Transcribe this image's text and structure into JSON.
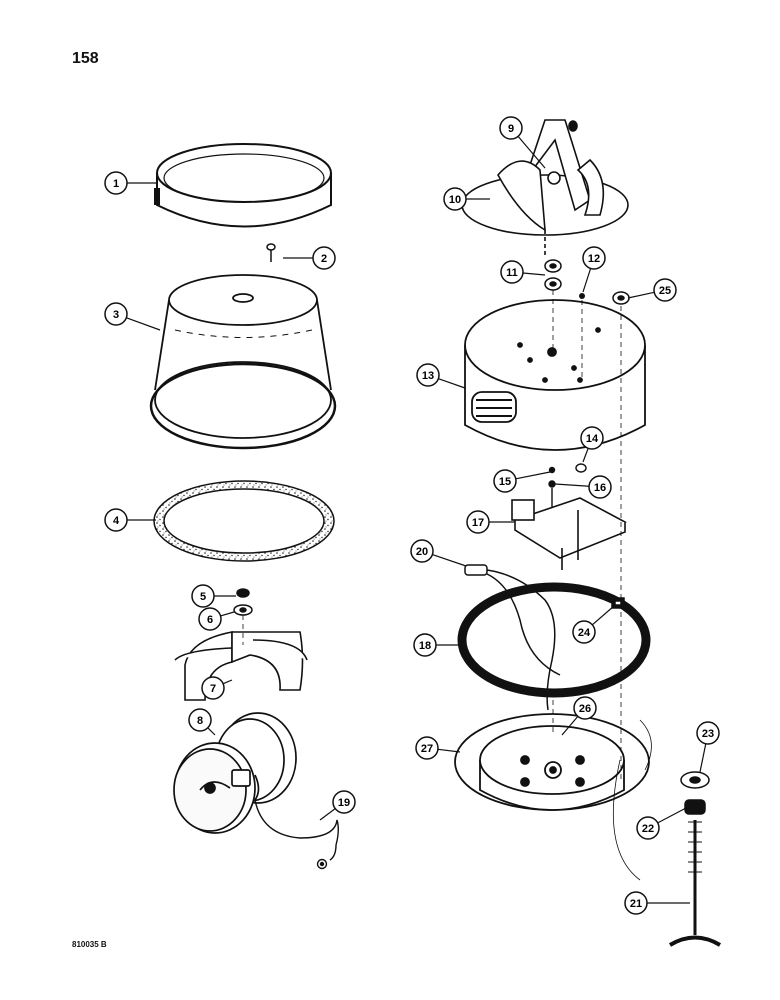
{
  "page_number": "158",
  "figure_code": "810035 B",
  "callouts": [
    "1",
    "2",
    "3",
    "4",
    "5",
    "6",
    "7",
    "8",
    "9",
    "10",
    "11",
    "12",
    "13",
    "14",
    "15",
    "16",
    "17",
    "18",
    "19",
    "20",
    "21",
    "22",
    "23",
    "24",
    "25",
    "26",
    "27"
  ]
}
